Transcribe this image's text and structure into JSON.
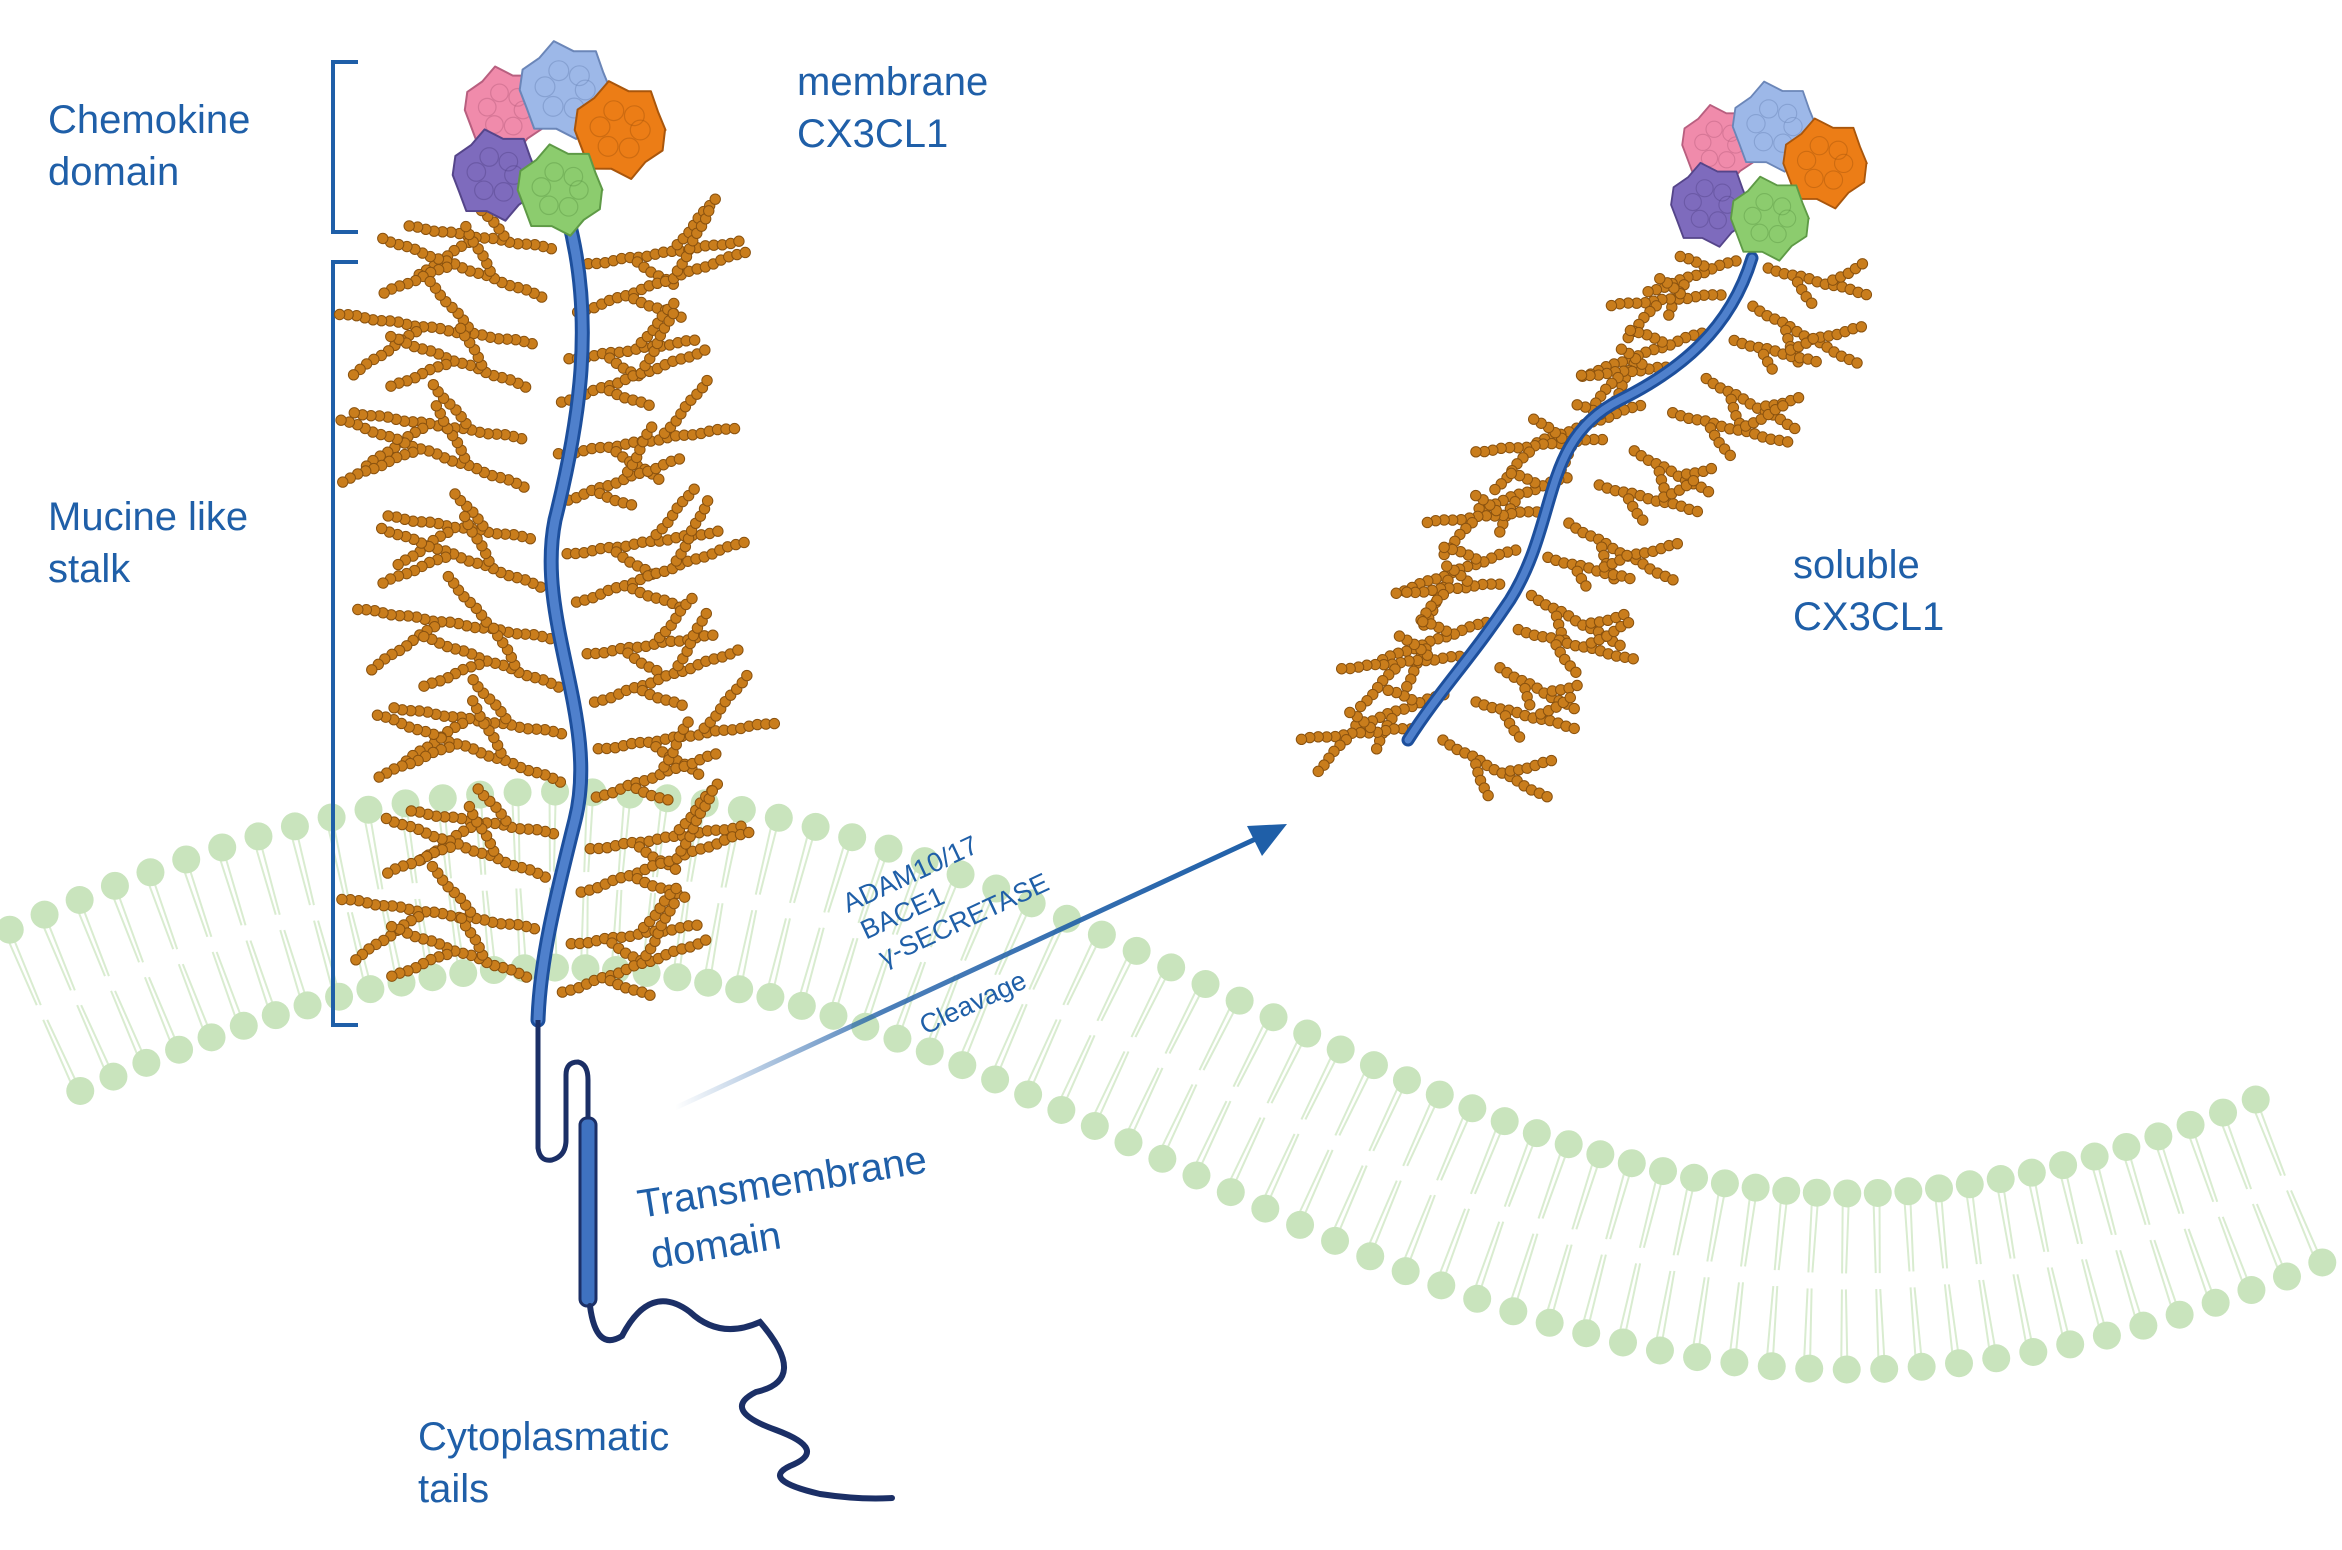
{
  "labels": {
    "chemokine_domain": [
      "Chemokine",
      "domain"
    ],
    "mucine_stalk": [
      "Mucine like",
      "stalk"
    ],
    "membrane_cx3cl1": [
      "membrane",
      "CX3CL1"
    ],
    "soluble_cx3cl1": [
      "soluble",
      "CX3CL1"
    ],
    "transmembrane_domain": [
      "Transmembrane",
      "domain"
    ],
    "cytoplasmatic_tails": [
      "Cytoplasmatic",
      "tails"
    ],
    "enzymes": [
      "ADAM10/17",
      "BACE1",
      "γ-SECRETASE"
    ],
    "cleavage": "Cleavage"
  },
  "colors": {
    "text": "#1f5fa8",
    "protein_backbone": "#3f72c0",
    "tail": "#1b2f66",
    "glycan": "#c97d1c",
    "lipid_head": "#c9e4bd",
    "chemokine_pink": "#f08bab",
    "chemokine_blue": "#9db8e8",
    "chemokine_orange": "#ec7d16",
    "chemokine_purple": "#7e6bbd",
    "chemokine_green": "#8ccc6e"
  },
  "icons": {
    "chemokine": "chemokine-domain-icon",
    "membrane": "lipid-bilayer-icon",
    "arrow": "cleavage-arrow-icon"
  }
}
